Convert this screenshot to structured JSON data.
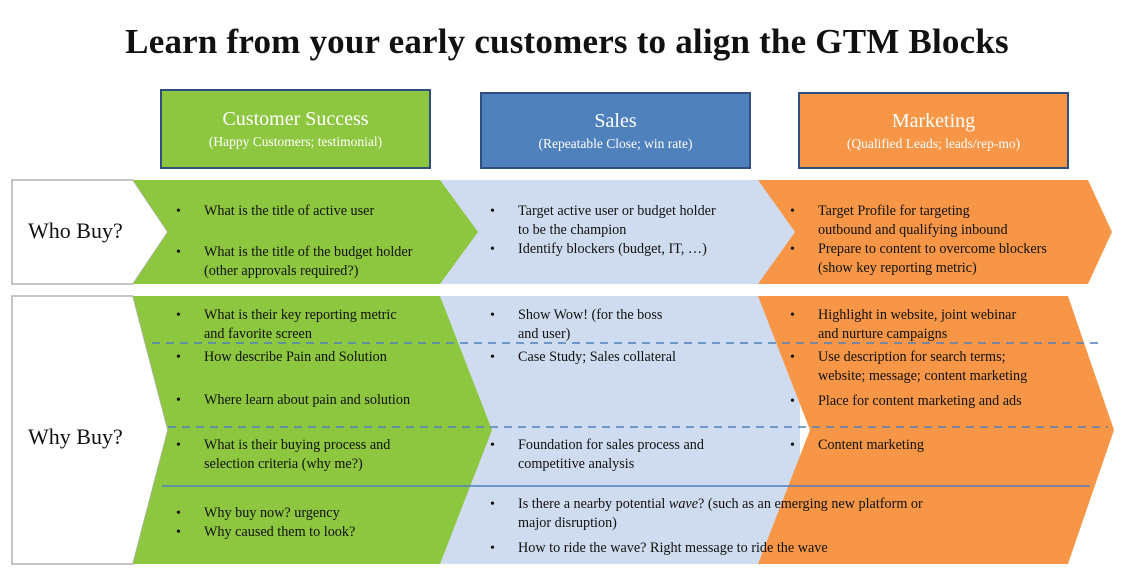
{
  "title": "Learn from your early customers to align the GTM Blocks",
  "colors": {
    "green": "#8dc63f",
    "blue_header": "#4f81bd",
    "light_blue": "#cfdcef",
    "orange": "#f79646",
    "dash_line": "#4f81bd"
  },
  "columns": [
    {
      "title": "Customer Success",
      "subtitle": "(Happy Customers; testimonial)"
    },
    {
      "title": "Sales",
      "subtitle": "(Repeatable Close; win rate)"
    },
    {
      "title": "Marketing",
      "subtitle": "(Qualified Leads; leads/rep-mo)"
    }
  ],
  "rows": {
    "who_buy": {
      "label": "Who Buy?",
      "customer_success": [
        "What is the title of active user",
        "What is the title of the budget holder",
        "(other approvals required?)"
      ],
      "sales": [
        "Target active user or budget holder",
        "to be the champion",
        "Identify blockers (budget, IT, …)"
      ],
      "marketing": [
        "Target Profile for targeting",
        "outbound and qualifying inbound",
        "Prepare to content to overcome blockers",
        "(show key reporting metric)"
      ]
    },
    "why_buy": {
      "label": "Why Buy?",
      "customer_success": [
        "What is their key reporting metric",
        "and favorite screen",
        "How describe Pain and Solution",
        "Where learn about pain and solution",
        "What is their buying process and",
        "selection criteria (why me?)",
        "Why buy now?  urgency",
        "Why caused them to look?"
      ],
      "sales": [
        "Show Wow!  (for the boss",
        "and user)",
        "Case Study; Sales collateral",
        "Foundation for sales process and",
        "competitive analysis",
        "Is there a nearby potential ",
        "wave",
        "? (such as an emerging new platform or",
        "major disruption)",
        "How to ride the wave? Right message to ride the wave"
      ],
      "marketing": [
        "Highlight in website, joint webinar",
        "and nurture campaigns",
        "Use description for search terms;",
        "website; message; content marketing",
        "Place for content marketing and ads",
        "Content marketing"
      ]
    }
  }
}
